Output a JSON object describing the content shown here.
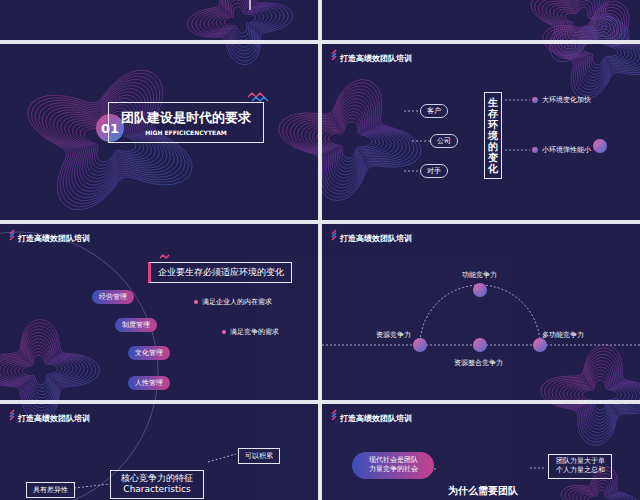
{
  "diagram": {
    "nodes": [
      {
        "text": [
          "01"
        ]
      },
      {
        "text": [
          "团队建设是时代的要求",
          "HIGH EFFICICENCYTEAM"
        ]
      },
      {
        "text": [
          "客户"
        ]
      },
      {
        "text": [
          "公司"
        ]
      },
      {
        "text": [
          "对手"
        ]
      },
      {
        "text": [
          "生存环境的变化"
        ]
      },
      {
        "text": [
          "企业要生存必须适应环境的变化"
        ]
      },
      {
        "text": [
          "经营管理"
        ]
      },
      {
        "text": [
          "制度管理"
        ]
      },
      {
        "text": [
          "文化管理"
        ]
      },
      {
        "text": [
          "人性管理"
        ]
      },
      {
        "text": [
          "可以积累"
        ]
      },
      {
        "text": [
          "核心竞争力的特征",
          "Characteristics"
        ]
      },
      {
        "text": [
          "具有差异性"
        ]
      },
      {
        "text": [
          "现代社会是团队 力量竞争的社会"
        ]
      },
      {
        "text": [
          "团队力量大于单 个人力量之总和"
        ]
      }
    ],
    "labels": [
      "打造高绩效团队培训",
      "大环境变化加快",
      "小环境弹性能小",
      "打造高绩效团队培训",
      "满足企业人的内在需求",
      "满足竞争的需求",
      "打造高绩效团队培训",
      "功能竞争力",
      "资源竞争力",
      "资源整合竞争力",
      "多功能竞争力",
      "打造高绩效团队培训",
      "打造高绩效团队培训",
      "为什么需要团队"
    ]
  }
}
